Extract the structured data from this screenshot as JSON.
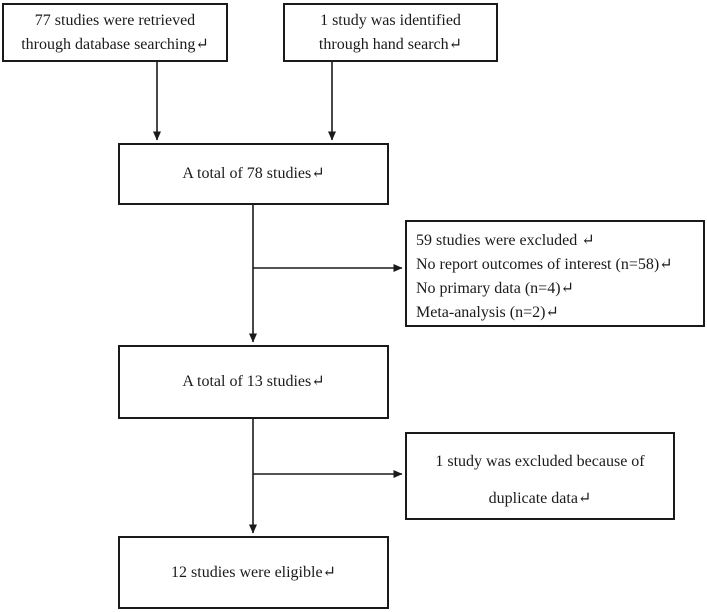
{
  "diagram": {
    "type": "flowchart",
    "boxes": {
      "retrieved": {
        "lines": [
          "77 studies were retrieved",
          "through database searching↵"
        ]
      },
      "hand_search": {
        "lines": [
          "1 study was identified",
          "through hand search↵"
        ]
      },
      "total_78": {
        "text": "A total of 78 studies↵"
      },
      "excluded_59": {
        "lines": [
          "59 studies were excluded ↵",
          "No report outcomes of interest (n=58)↵",
          "No primary data (n=4)↵",
          "Meta-analysis (n=2)↵"
        ]
      },
      "total_13": {
        "text": "A total of 13 studies↵"
      },
      "excluded_duplicate": {
        "lines": [
          "1 study was excluded because of",
          "duplicate data↵"
        ]
      },
      "eligible": {
        "text": "12 studies were eligible↵"
      }
    },
    "colors": {
      "line": "#1a1a1a",
      "text": "#1a1a1a",
      "background": "#ffffff"
    }
  }
}
